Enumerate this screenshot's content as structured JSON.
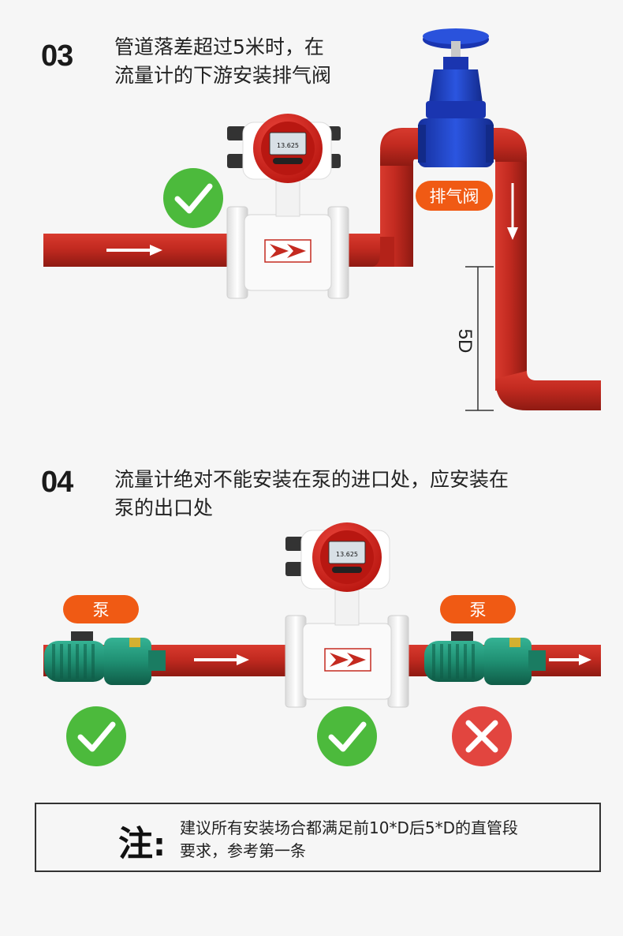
{
  "section3": {
    "number": "03",
    "lines": [
      "管道落差超过5米时，在",
      "流量计的下游安装排气阀"
    ],
    "valve_label": "排气阀",
    "distance_label": "5D",
    "meter_screen_value": "13.625"
  },
  "section4": {
    "number": "04",
    "lines": [
      "流量计绝对不能安装在泵的进口处，应安装在",
      "泵的出口处"
    ],
    "pump_left_label": "泵",
    "pump_right_label": "泵",
    "meter_screen_value": "13.625",
    "status": [
      "correct",
      "correct",
      "wrong"
    ]
  },
  "note": {
    "label": "注",
    "lines": [
      "建议所有安装场合都满足前10*D后5*D的直管段",
      "要求，参考第一条"
    ]
  },
  "colors": {
    "pipe": "#c42a20",
    "pipe_dark": "#9c1c15",
    "check_green": "#4cba3c",
    "cross_red": "#e2453f",
    "pill_orange": "#f05a14",
    "valve_blue": "#1c3fbf",
    "warning_red": "#d62020"
  }
}
